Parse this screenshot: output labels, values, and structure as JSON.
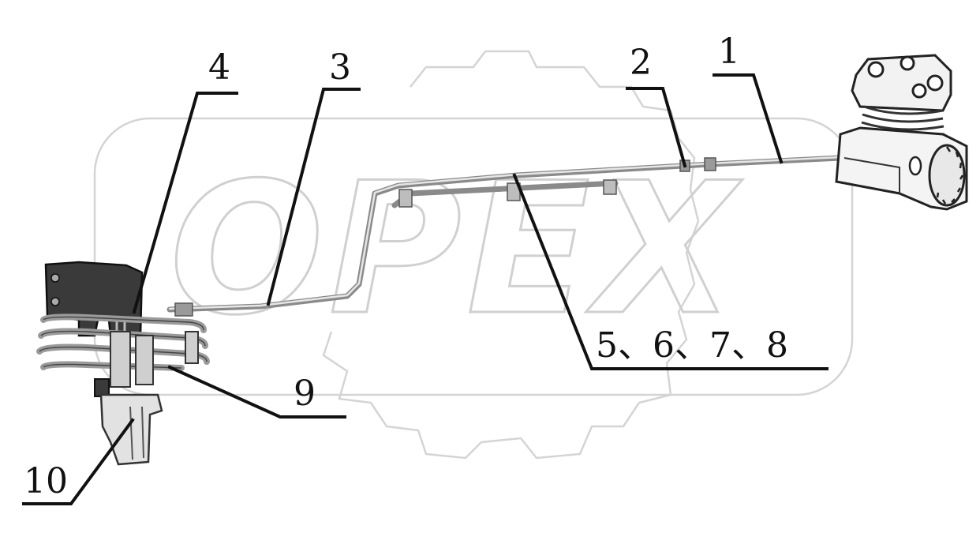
{
  "watermark": {
    "text": "OPEX"
  },
  "callouts": [
    {
      "id": "1",
      "label": "1"
    },
    {
      "id": "2",
      "label": "2"
    },
    {
      "id": "3",
      "label": "3"
    },
    {
      "id": "4",
      "label": "4"
    },
    {
      "id": "5-8",
      "label": "5、6、7、8"
    },
    {
      "id": "9",
      "label": "9"
    },
    {
      "id": "10",
      "label": "10"
    }
  ],
  "colors": {
    "ink": "#111111",
    "pipe": "#8a8a8a",
    "watermark": "#d0d0d0",
    "part_dark": "#3a3a3a"
  }
}
